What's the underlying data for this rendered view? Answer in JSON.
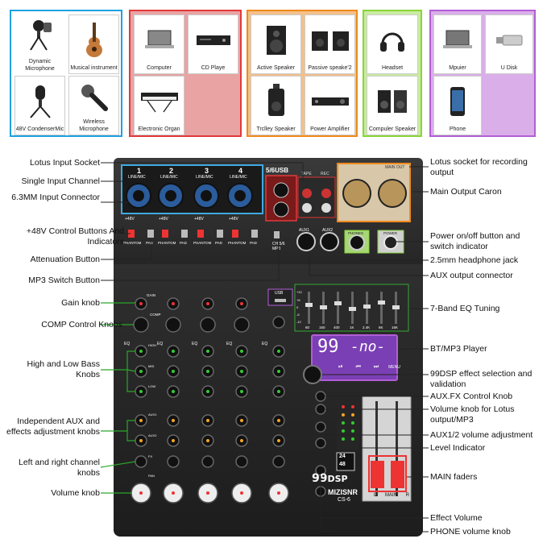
{
  "devices": {
    "mics": {
      "color": "#1da1e0",
      "items": [
        "Dynamic Microphone",
        "Musical instrument",
        "48V CondenserMic",
        "Wireless Microphone"
      ]
    },
    "sources": {
      "color": "#e23a3a",
      "items": [
        "Computer",
        "CD Playe",
        "Electronic Organ"
      ]
    },
    "speakers": {
      "color": "#f08a1c",
      "items": [
        "Active Speaker",
        "Passive speake'2",
        "Trclley Speaker",
        "Power Amplifier"
      ]
    },
    "monitors": {
      "color": "#8ad43a",
      "items": [
        "Headset",
        "Compuler Speaker"
      ]
    },
    "storage": {
      "color": "#b25ed6",
      "items": [
        "Mpuier",
        "U Disk",
        "Phone"
      ]
    }
  },
  "panel": {
    "channel_numbers": [
      "1",
      "2",
      "3",
      "4"
    ],
    "linemic": "LINE/MIC",
    "usb_title": "5/6USB",
    "p48": "+48V",
    "phantom": "PHANTOM",
    "pad": "PAD",
    "tape": "TAPE",
    "rec": "REC",
    "main_out": "MAIN OUT",
    "aux1": "AUX1",
    "aux2": "AUX2",
    "phones": "PHONES",
    "power": "POWER",
    "ch56": "CH 5/6",
    "mp3": "MP3",
    "eq_freqs": [
      "60",
      "160",
      "400",
      "1K",
      "2.4K",
      "6K",
      "16K"
    ],
    "eq_scale": [
      "+12",
      "+6",
      "0",
      "-6",
      "-12"
    ],
    "gain": "GAIN",
    "eq": "EQ",
    "high": "HIGH",
    "mid": "MID",
    "low": "LOW",
    "comp": "COMP",
    "aux1_small": "AUX1",
    "aux2_small": "AUX2",
    "fx": "FX",
    "pan": "PAN",
    "usb": "USB",
    "display_num": "99",
    "display_text": "-no-",
    "menu": "MENU",
    "logo_main": "99",
    "logo_dsp": "DSP",
    "bit24": "24",
    "bit48": "48",
    "brand": "MIZISNR",
    "model": "CS-6",
    "fader_l": "L",
    "fader_main": "MAIN",
    "fader_r": "R"
  },
  "callouts": {
    "left": [
      "Lotus Input Socket",
      "Single Input Channel",
      "6.3MM Input Connector",
      "+48V Control Buttons And Indicators",
      "Attenuation Button",
      "MP3 Switch Button",
      "Gain knob",
      "COMP Control Knobs",
      "High and Low Bass Knobs",
      "Independent AUX and effects adjustment knobs",
      "Left and right channel knobs",
      "Volume knob"
    ],
    "right": [
      "Lotus socket for recording output",
      "Main Output Caron",
      "Power on/off button and switch indicator",
      "2.5mm headphone jack",
      "AUX output connector",
      "7-Band EQ Tuning",
      "BT/MP3 Player",
      "99DSP effect selection and validation",
      "AUX.FX Control Knob",
      "Volume knob for Lotus output/MP3",
      "AUX1/2 volume adjustment",
      "Level Indicator",
      "MAIN faders",
      "Effect Volume",
      "PHONE volume knob"
    ]
  }
}
